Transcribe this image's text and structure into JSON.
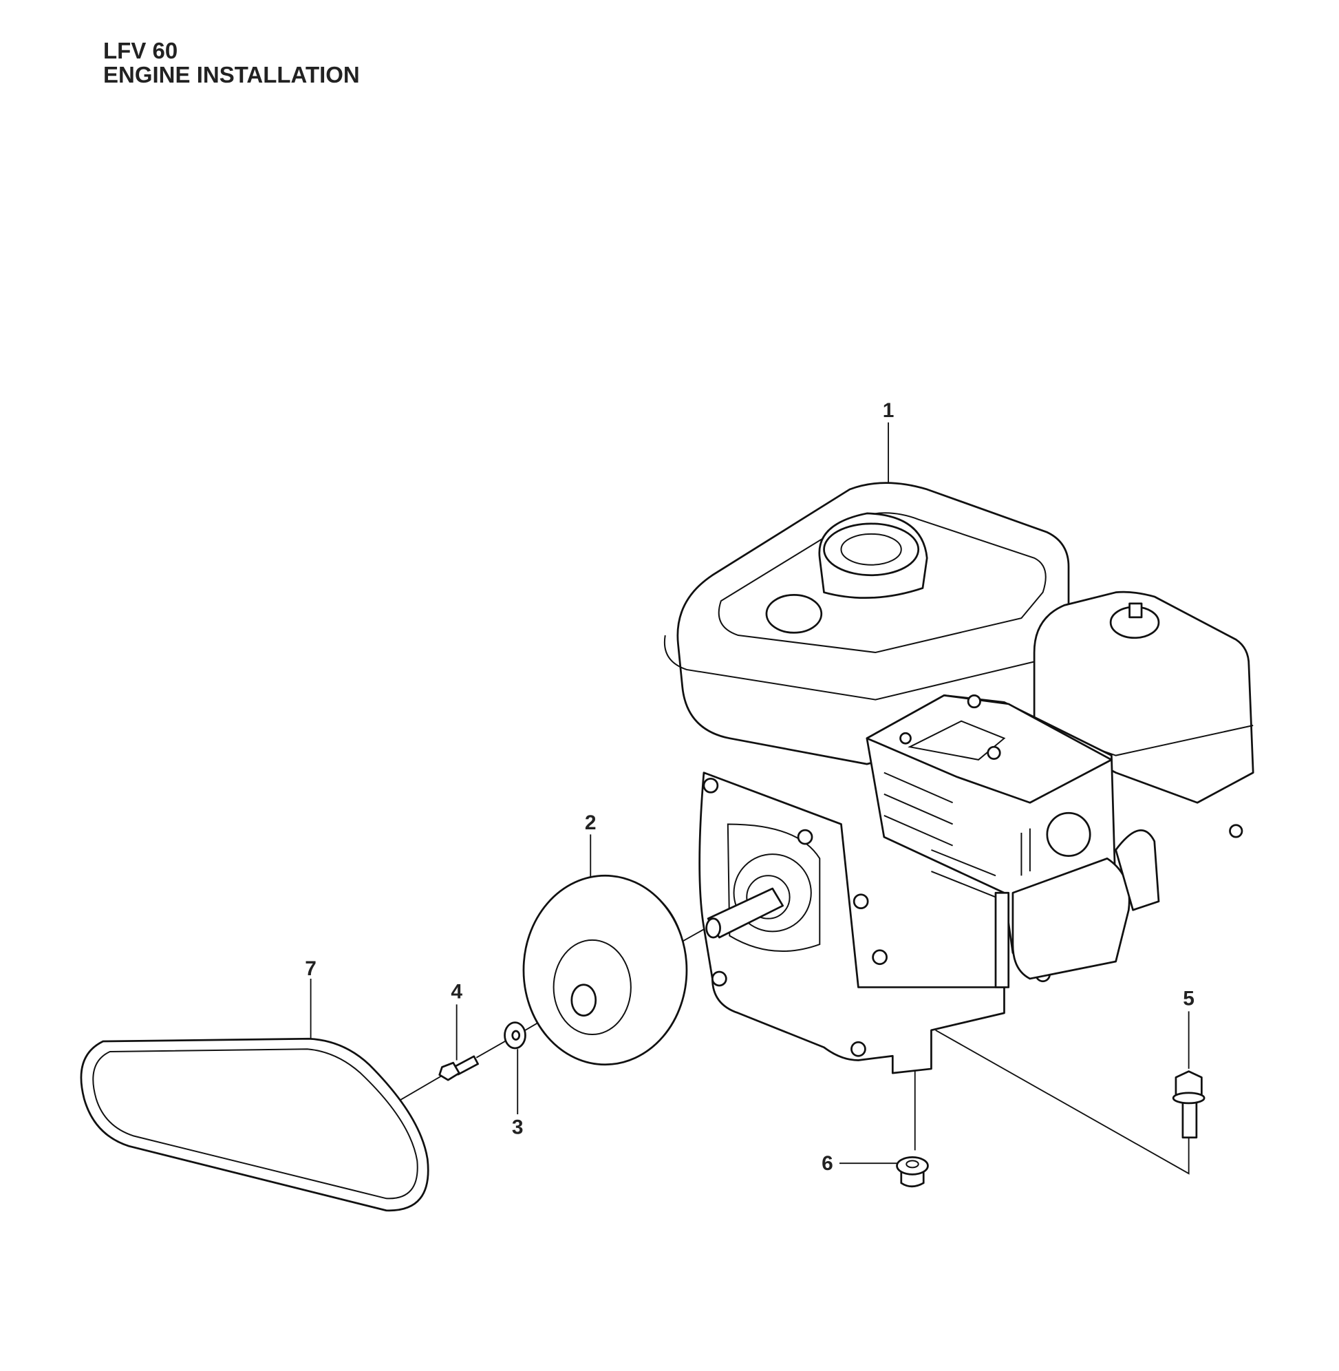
{
  "header": {
    "model": "LFV 60",
    "section": "ENGINE INSTALLATION"
  },
  "callouts": {
    "c1": "1",
    "c2": "2",
    "c3": "3",
    "c4": "4",
    "c5": "5",
    "c6": "6",
    "c7": "7"
  }
}
